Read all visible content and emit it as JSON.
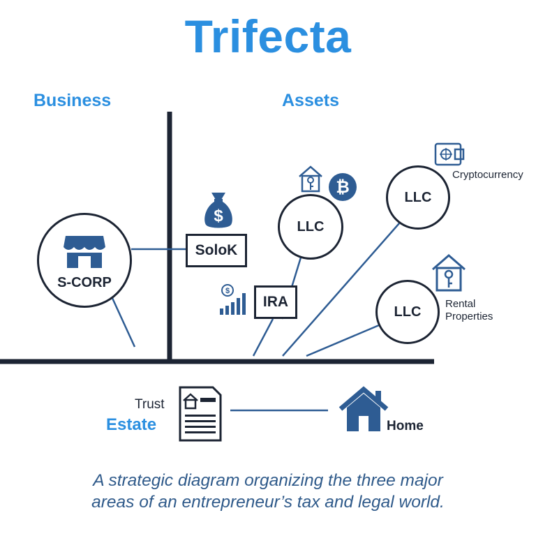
{
  "title": "Trifecta",
  "sections": {
    "business": "Business",
    "assets": "Assets"
  },
  "nodes": {
    "scorp": "S-CORP",
    "solok": "SoloK",
    "ira": "IRA",
    "llc_center": "LLC",
    "llc_crypto": "LLC",
    "llc_rental": "LLC"
  },
  "labels": {
    "crypto": "Cryptocurrency",
    "rental_line1": "Rental",
    "rental_line2": "Properties",
    "trust": "Trust",
    "estate": "Estate",
    "home": "Home"
  },
  "caption": {
    "line1": "A strategic diagram organizing the three major",
    "line2": "areas of an entrepreneur’s tax and legal world."
  },
  "icon_glyphs": {
    "dollar": "$",
    "bitcoin": "₿"
  },
  "colors": {
    "accent": "#2b8fe0",
    "navy": "#1c2433",
    "icon_blue": "#2e5c93",
    "caption": "#2f5a8a"
  }
}
